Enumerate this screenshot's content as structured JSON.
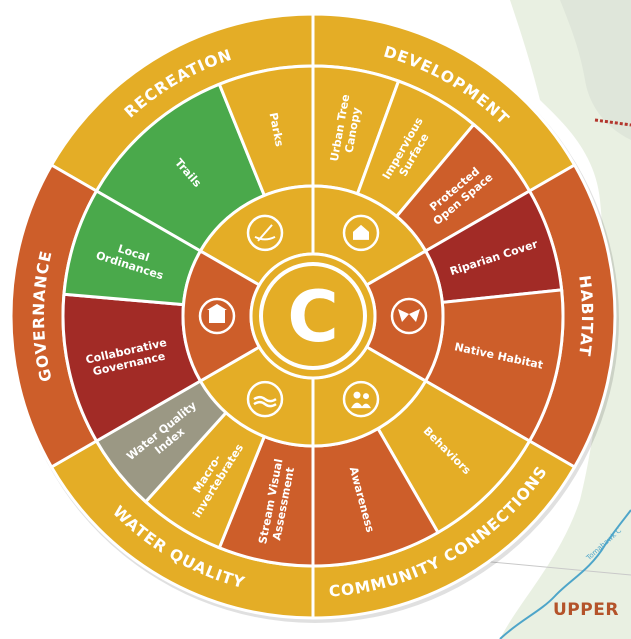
{
  "grade": "C",
  "colors": {
    "yellow": "#e4ad26",
    "orange": "#cd5e2a",
    "dark_red": "#a22b26",
    "green": "#4aa94b",
    "gray": "#9b9884",
    "divider": "#ffffff"
  },
  "categories": [
    {
      "id": "recreation",
      "label": "RECREATION",
      "color": "yellow",
      "icon": "kayak-icon",
      "segments": [
        {
          "label": "Trails",
          "color": "green"
        },
        {
          "label": "Parks",
          "color": "yellow"
        }
      ]
    },
    {
      "id": "development",
      "label": "DEVELOPMENT",
      "color": "yellow",
      "icon": "house-icon",
      "segments": [
        {
          "label": "Urban Tree Canopy",
          "color": "yellow"
        },
        {
          "label": "Impervious Surface",
          "color": "yellow"
        },
        {
          "label": "Protected Open Space",
          "color": "orange"
        }
      ]
    },
    {
      "id": "habitat",
      "label": "HABITAT",
      "color": "orange",
      "icon": "moth-icon",
      "segments": [
        {
          "label": "Riparian Cover",
          "color": "dark_red"
        },
        {
          "label": "Native Habitat",
          "color": "orange"
        }
      ]
    },
    {
      "id": "community",
      "label": "COMMUNITY CONNECTIONS",
      "color": "yellow",
      "icon": "people-icon",
      "segments": [
        {
          "label": "Behaviors",
          "color": "yellow"
        },
        {
          "label": "Awareness",
          "color": "orange"
        }
      ]
    },
    {
      "id": "water_quality",
      "label": "WATER QUALITY",
      "color": "yellow",
      "icon": "water-icon",
      "segments": [
        {
          "label": "Stream Visual Assessment",
          "color": "orange"
        },
        {
          "label": "Macro-invertebrates",
          "color": "yellow"
        },
        {
          "label": "Water Quality Index",
          "color": "gray"
        }
      ]
    },
    {
      "id": "governance",
      "label": "GOVERNANCE",
      "color": "orange",
      "icon": "building-icon",
      "segments": [
        {
          "label": "Collaborative Governance",
          "color": "dark_red"
        },
        {
          "label": "Local Ordinances",
          "color": "green"
        }
      ]
    }
  ],
  "map": {
    "place_label": "UPPER",
    "creek_label": "Tomahawk C"
  }
}
